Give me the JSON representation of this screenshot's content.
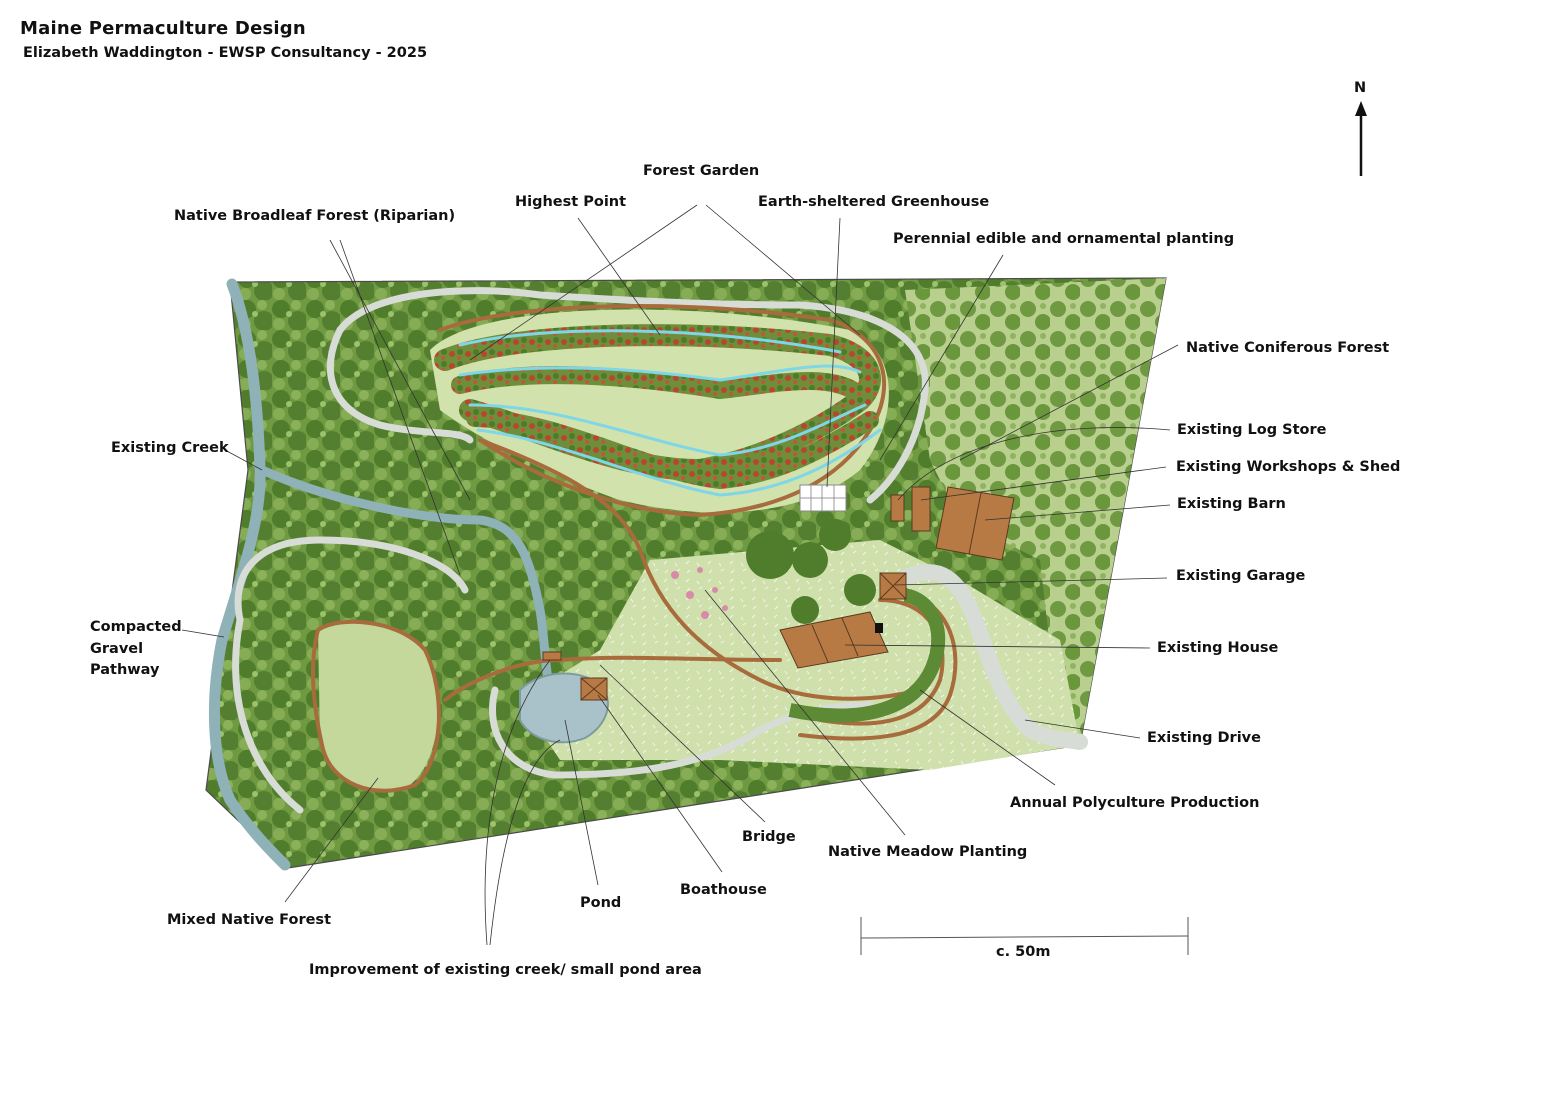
{
  "header": {
    "title": "Maine Permaculture Design",
    "subtitle": "Elizabeth Waddington - EWSP Consultancy - 2025"
  },
  "north_label": "N",
  "scale_label": "c. 50m",
  "labels": {
    "forest_garden": "Forest Garden",
    "highest_point": "Highest Point",
    "earth_greenhouse": "Earth-sheltered Greenhouse",
    "native_broadleaf": "Native Broadleaf Forest (Riparian)",
    "perennial_planting": "Perennial edible and ornamental planting",
    "native_coniferous": "Native Coniferous Forest",
    "log_store": "Existing Log Store",
    "workshops_shed": "Existing Workshops & Shed",
    "barn": "Existing Barn",
    "garage": "Existing Garage",
    "house": "Existing House",
    "drive": "Existing Drive",
    "annual_polyculture": "Annual Polyculture Production",
    "existing_creek": "Existing Creek",
    "gravel_line1": "Compacted",
    "gravel_line2": "Gravel",
    "gravel_line3": "Pathway",
    "bridge": "Bridge",
    "native_meadow": "Native Meadow Planting",
    "boathouse": "Boathouse",
    "pond": "Pond",
    "mixed_native_forest": "Mixed Native Forest",
    "creek_improvement": "Improvement of existing creek/ small pond area"
  },
  "colors": {
    "site_base": "#c9d9a6",
    "forest": "#5e8a35",
    "forest_dark": "#3f6b22",
    "meadow": "#d6e4b5",
    "creek": "#8fb1b8",
    "path_gravel": "#d8dcd6",
    "path_brown": "#a86b3c",
    "building": "#b87a44",
    "swale": "#7fd6e6",
    "bed_red": "#b8462e",
    "pond": "#a9c2c9"
  },
  "icons": [
    "north-arrow-icon"
  ]
}
